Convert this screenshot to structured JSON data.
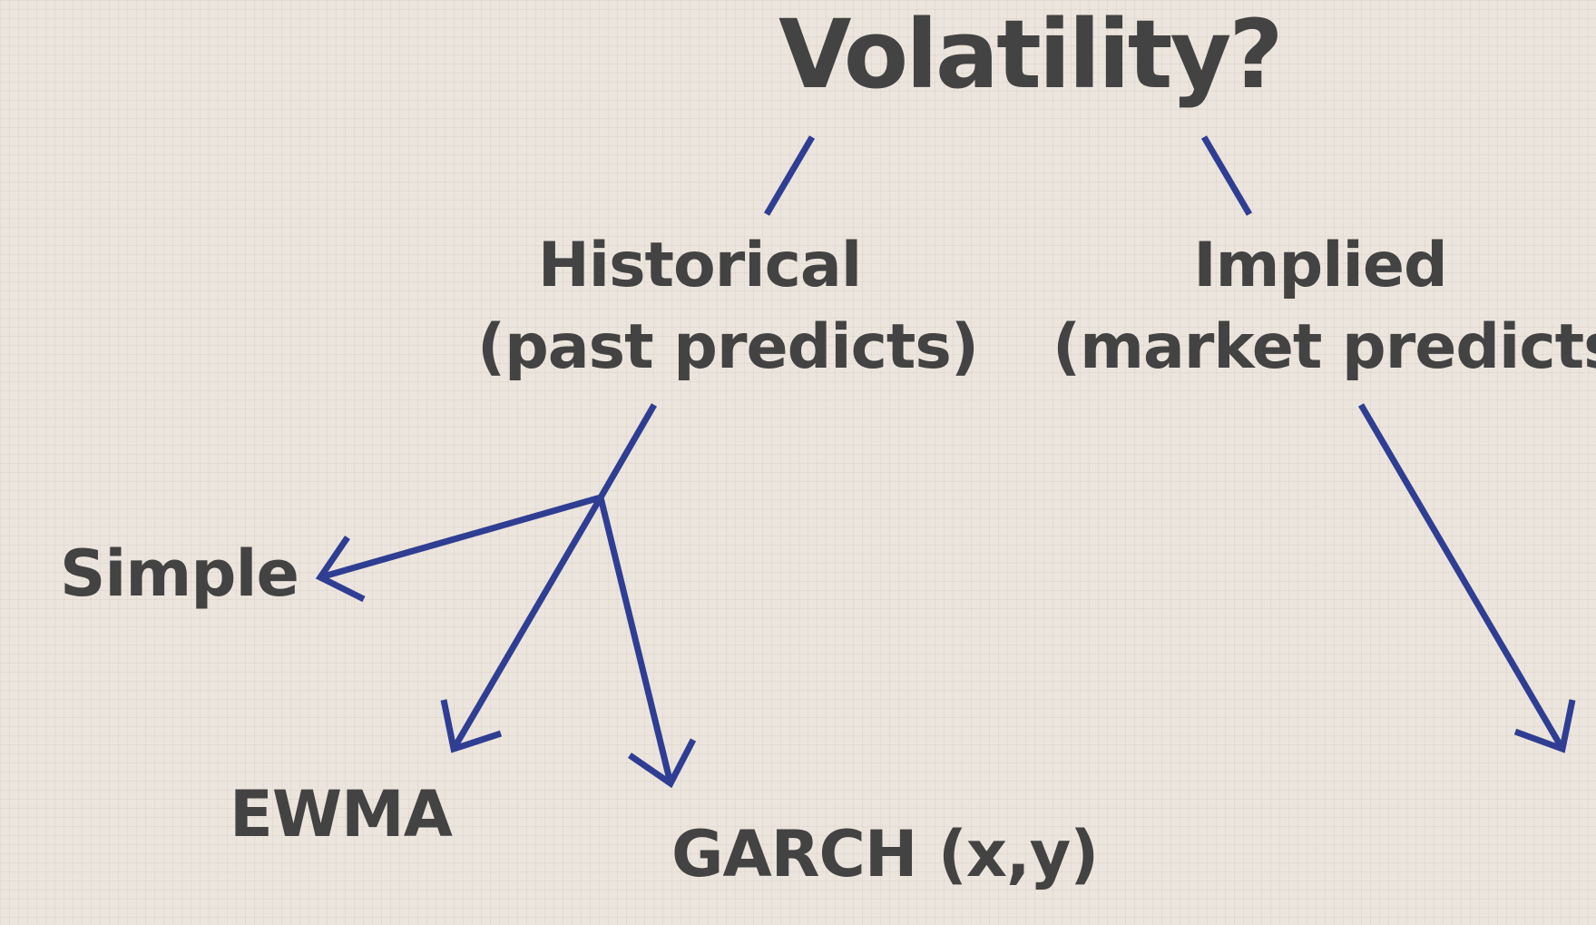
{
  "diagram": {
    "title": "Volatility?",
    "branches": [
      {
        "name": "Historical",
        "subtitle": "(past predicts)",
        "children": [
          "Simple",
          "EWMA",
          "GARCH (x,y)"
        ]
      },
      {
        "name": "Implied",
        "subtitle": "(market predicts)",
        "children": []
      }
    ],
    "colors": {
      "background": "#ece5dd",
      "text": "#434343",
      "arrow": "#2f3e93"
    }
  }
}
